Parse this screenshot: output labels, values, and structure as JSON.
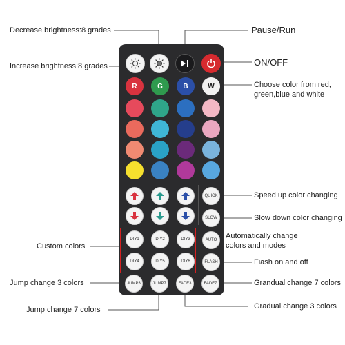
{
  "labels": {
    "decrease": "Decrease brightness:8 grades",
    "increase": "Increase brightness:8 grades",
    "pause": "Pause/Run",
    "onoff": "ON/OFF",
    "choose1": "Choose color from red,",
    "choose2": "green,blue and white",
    "speed_up": "Speed up color changing",
    "slow_down": "Slow down color changing",
    "auto1": "Automatically change",
    "auto2": "colors and modes",
    "flash": "Fiash on and off",
    "custom": "Custom colors",
    "jump3": "Jump change 3 colors",
    "jump7": "Jump change 7 colors",
    "fade7": "Grandual change 7 colors",
    "fade3": "Gradual change 3 colors"
  },
  "buttons": {
    "r": "R",
    "g": "G",
    "b": "B",
    "w": "W",
    "quick": "QUICK",
    "slow": "SLOW",
    "auto": "AUTO",
    "flash": "FLASH",
    "diy1": "DIY1",
    "diy2": "DIY2",
    "diy3": "DIY3",
    "diy4": "DIY4",
    "diy5": "DIY5",
    "diy6": "DIY6",
    "jump3": "JUMP3",
    "jump7": "JUMP7",
    "fade3": "FADE3",
    "fade7": "FADE7"
  },
  "colors": {
    "row1": [
      "#d9333f",
      "#2f9a4e",
      "#2b4fa8",
      "#f2f2f2"
    ],
    "row2": [
      "#e64a5c",
      "#2fa58a",
      "#2c6fc0",
      "#f3b8c5"
    ],
    "row3": [
      "#ea6a5d",
      "#3fb6d6",
      "#253e8c",
      "#eaa7c0"
    ],
    "row4": [
      "#f08a72",
      "#2aa2c6",
      "#6b2a7a",
      "#7ab3dc"
    ],
    "row5": [
      "#f6e02e",
      "#3a82c2",
      "#b0399b",
      "#58a7df"
    ],
    "up_arrows": [
      "#d9333f",
      "#2a9a8e",
      "#2b4fa8"
    ],
    "down_arrows": [
      "#d9333f",
      "#2a9a8e",
      "#2b4fa8"
    ]
  }
}
